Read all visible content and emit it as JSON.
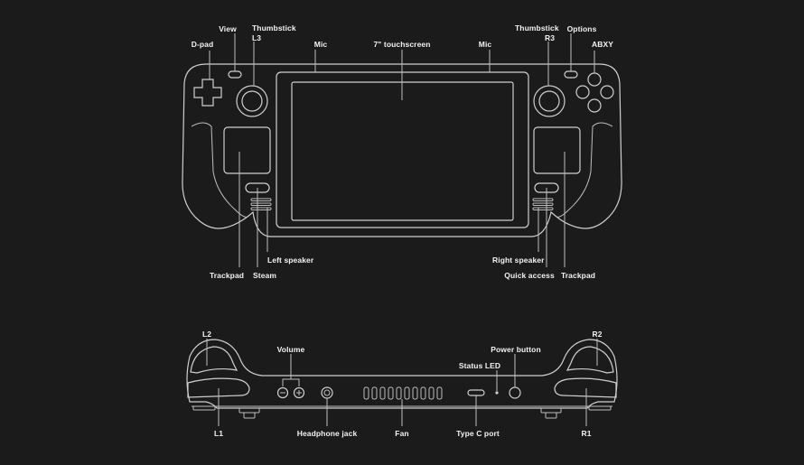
{
  "front_view": {
    "labels": {
      "dpad": "D-pad",
      "view": "View",
      "thumbstick_l3_line1": "Thumbstick",
      "thumbstick_l3_line2": "L3",
      "mic_left": "Mic",
      "touchscreen": "7\" touchscreen",
      "mic_right": "Mic",
      "thumbstick_r3_line1": "Thumbstick",
      "thumbstick_r3_line2": "R3",
      "options": "Options",
      "abxy": "ABXY",
      "trackpad_left": "Trackpad",
      "steam": "Steam",
      "left_speaker": "Left speaker",
      "right_speaker": "Right speaker",
      "quick_access": "Quick access",
      "trackpad_right": "Trackpad"
    }
  },
  "top_view": {
    "labels": {
      "l2": "L2",
      "l1": "L1",
      "volume": "Volume",
      "headphone_jack": "Headphone jack",
      "fan": "Fan",
      "status_led": "Status LED",
      "type_c_port": "Type C port",
      "power_button": "Power button",
      "r2": "R2",
      "r1": "R1"
    }
  },
  "colors": {
    "background": "#1b1b1b",
    "line": "#cfcfcf",
    "text": "#f2f2f2"
  }
}
